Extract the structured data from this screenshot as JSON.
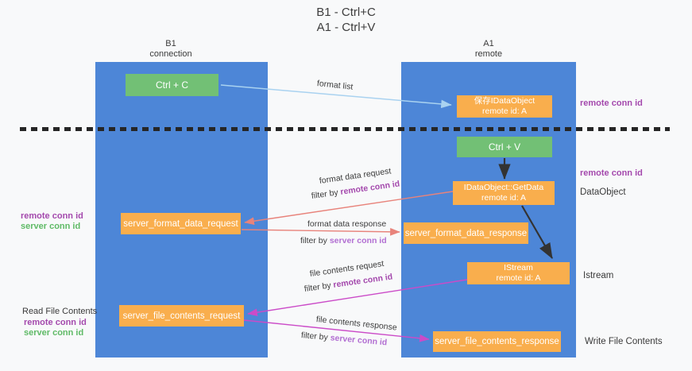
{
  "title": {
    "line1": "B1 - Ctrl+C",
    "line2": "A1 - Ctrl+V"
  },
  "columns": {
    "b1": {
      "name": "B1",
      "role": "connection"
    },
    "a1": {
      "name": "A1",
      "role": "remote"
    }
  },
  "nodes": {
    "ctrl_c": {
      "label": "Ctrl + C"
    },
    "save_dataobject": {
      "line1": "保存IDataObject",
      "line2": "remote id: A"
    },
    "ctrl_v": {
      "label": "Ctrl + V"
    },
    "getdata": {
      "line1": "IDataObject::GetData",
      "line2": "remote id: A"
    },
    "format_request": {
      "label": "server_format_data_request"
    },
    "format_response": {
      "label": "server_format_data_response"
    },
    "istream": {
      "line1": "IStream",
      "line2": "remote id: A"
    },
    "file_request": {
      "label": "server_file_contents_request"
    },
    "file_response": {
      "label": "server_file_contents_response"
    }
  },
  "edge_labels": {
    "format_list": "format list",
    "format_data_request": "format data request",
    "format_data_response": "format data response",
    "file_contents_request": "file contents request",
    "file_contents_response": "file contents response",
    "filter_by": "filter by",
    "remote_conn_id": "remote conn id",
    "server_conn_id": "server conn id"
  },
  "side_labels": {
    "left_remote_conn_id": "remote conn id",
    "left_server_conn_id": "server conn id",
    "read_file_contents": "Read File Contents",
    "read_remote_conn_id": "remote conn id",
    "read_server_conn_id": "server conn id",
    "right_remote_conn_id_top": "remote conn id",
    "right_remote_conn_id_mid": "remote conn id",
    "dataobject": "DataObject",
    "istream": "Istream",
    "write_file_contents": "Write File Contents"
  },
  "colors": {
    "lifeline_blue": "#4d86d7",
    "node_green": "#72c075",
    "node_orange": "#f9ae4d",
    "arrow_light_blue": "#a9d2f0",
    "arrow_red": "#e8837b",
    "arrow_magenta": "#cb4bc8",
    "arrow_black": "#333333",
    "conn_id_purple": "#a449ad",
    "conn_id_green": "#5fba66",
    "background": "#f8f9fa"
  }
}
